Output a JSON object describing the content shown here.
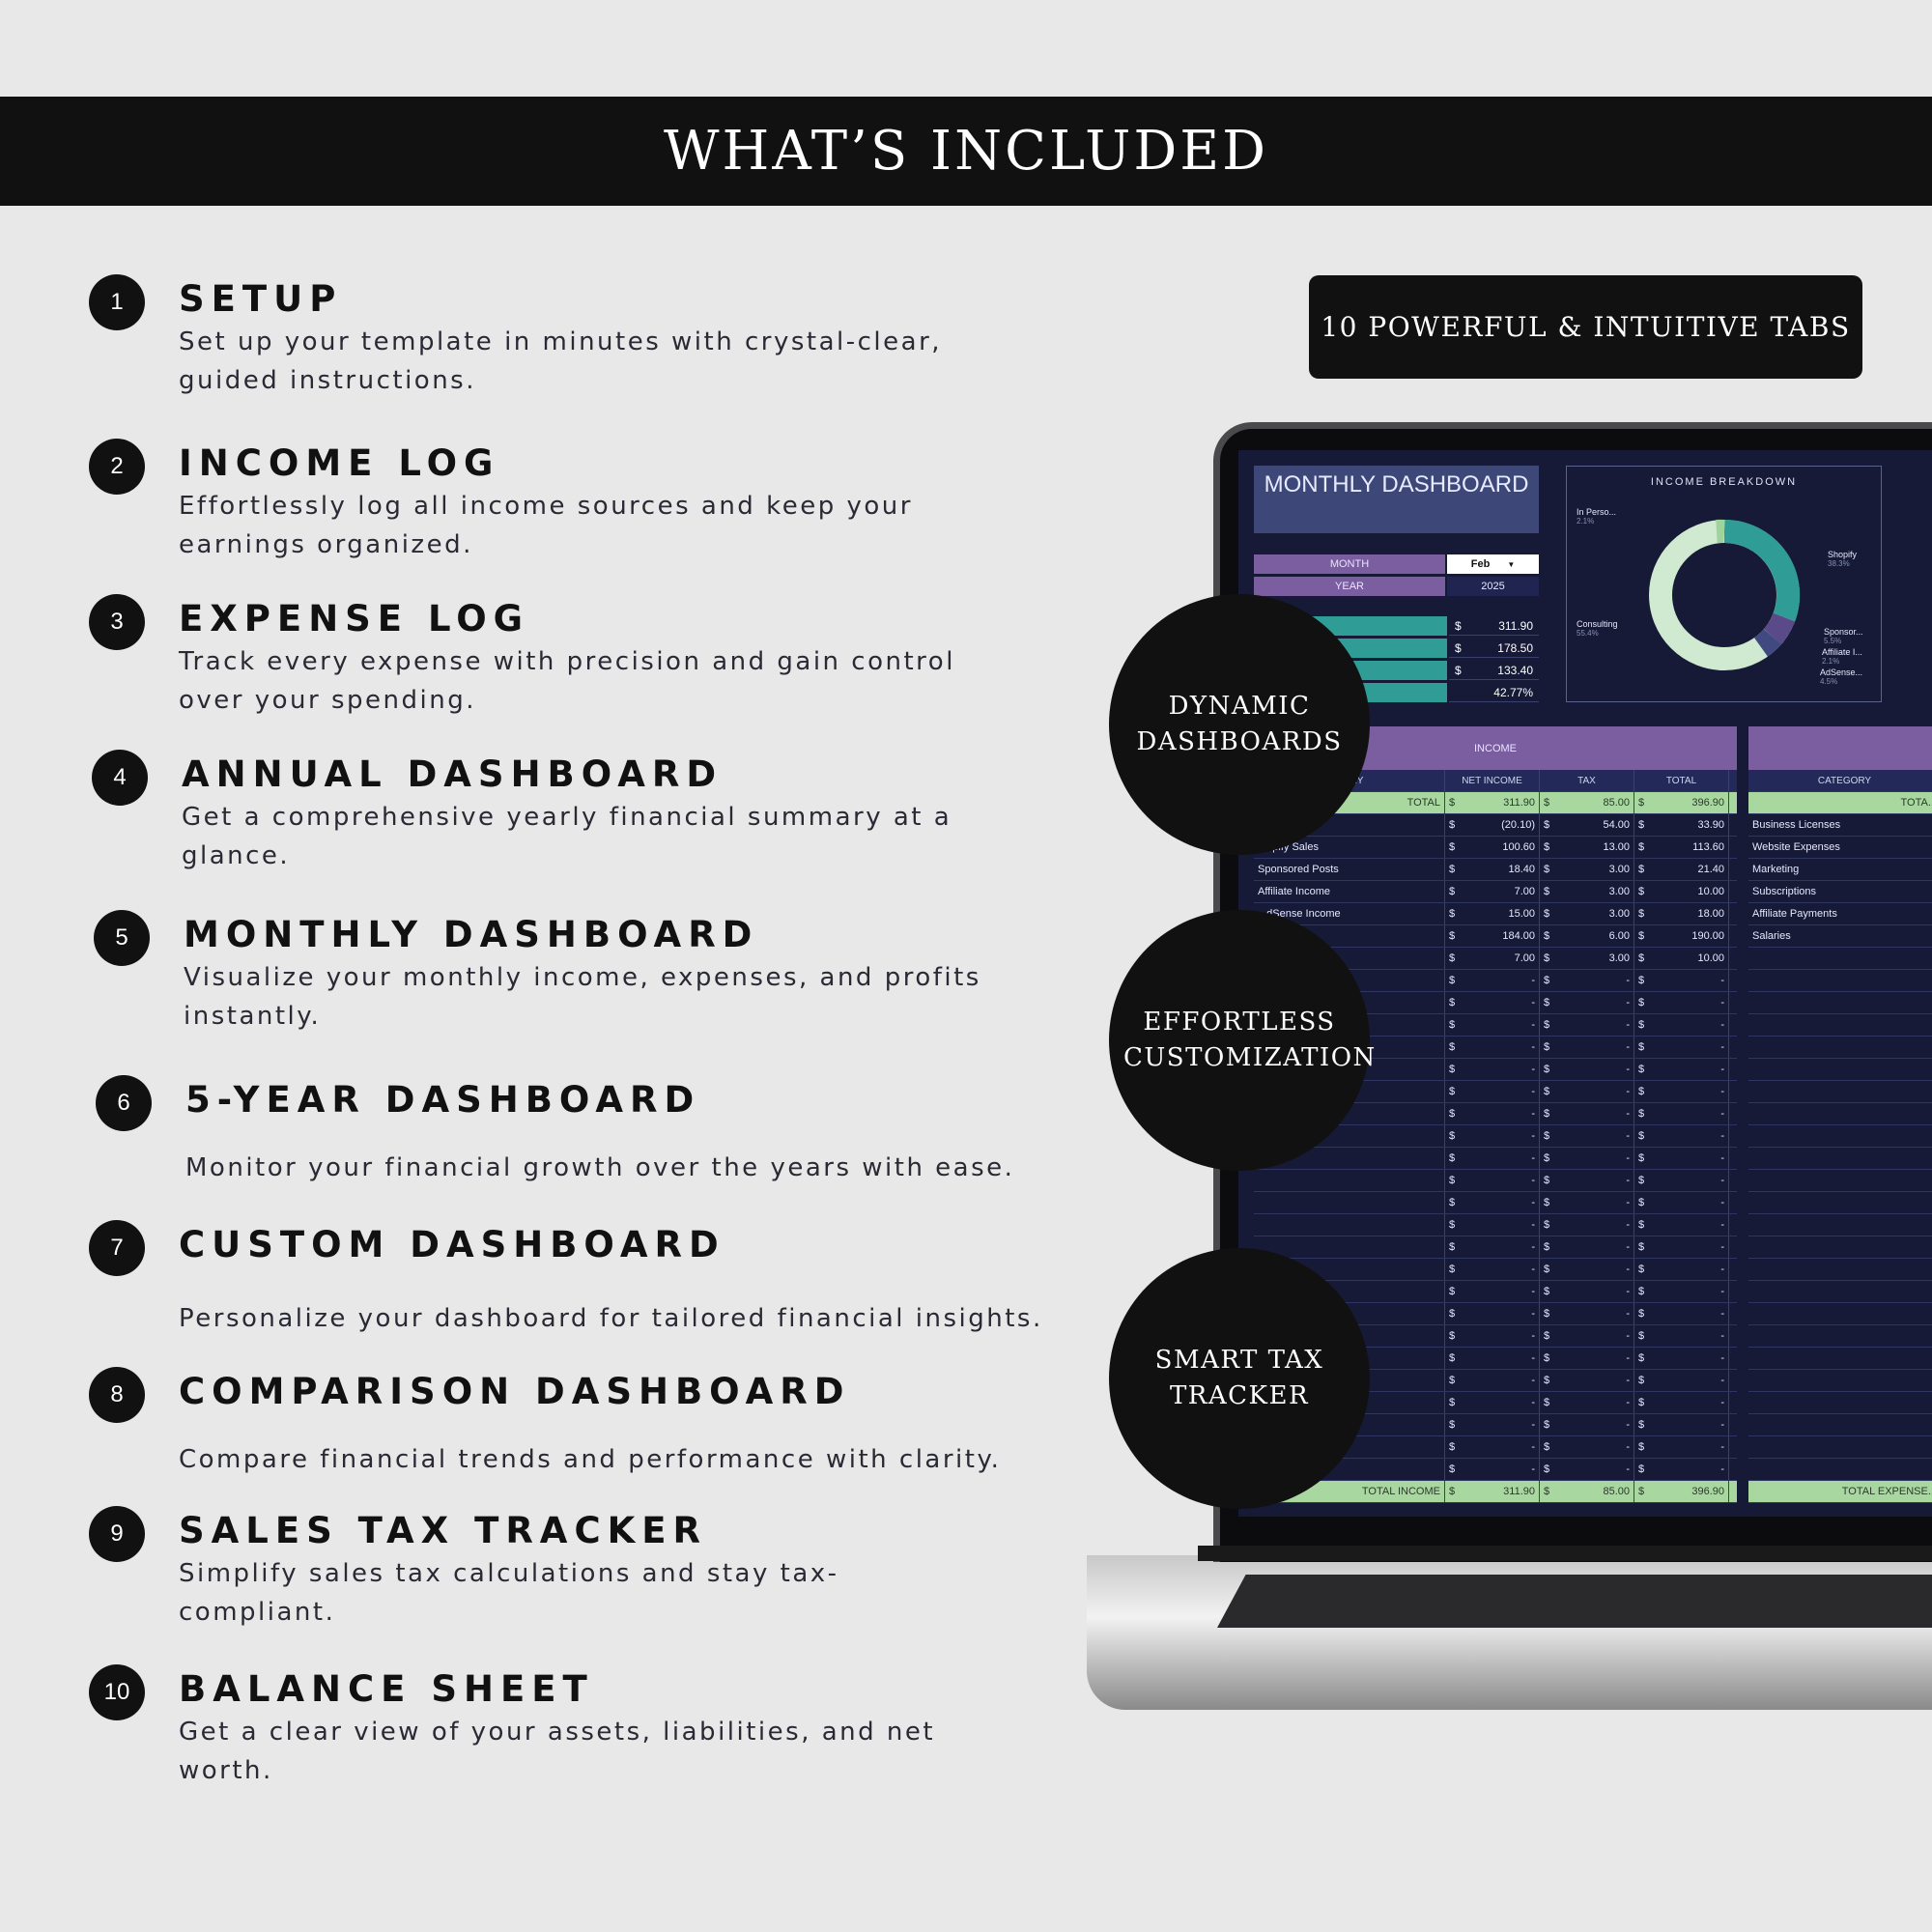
{
  "header": {
    "title": "WHAT’S INCLUDED"
  },
  "features": [
    {
      "num": "1",
      "title": "SETUP",
      "desc": "Set up your template in minutes with crystal-clear, guided instructions."
    },
    {
      "num": "2",
      "title": "INCOME LOG",
      "desc": "Effortlessly log all income sources and keep your earnings organized."
    },
    {
      "num": "3",
      "title": "EXPENSE LOG",
      "desc": "Track every expense with precision and gain control over your spending."
    },
    {
      "num": "4",
      "title": "ANNUAL DASHBOARD",
      "desc": "Get a comprehensive yearly financial summary at a glance."
    },
    {
      "num": "5",
      "title": "MONTHLY DASHBOARD",
      "desc": "Visualize your monthly income, expenses, and profits instantly."
    },
    {
      "num": "6",
      "title": "5-YEAR DASHBOARD",
      "desc": "Monitor your financial growth over the years with ease."
    },
    {
      "num": "7",
      "title": "CUSTOM DASHBOARD",
      "desc": "Personalize your dashboard for tailored financial insights."
    },
    {
      "num": "8",
      "title": "COMPARISON DASHBOARD",
      "desc": "Compare financial trends and performance with clarity."
    },
    {
      "num": "9",
      "title": "SALES TAX TRACKER",
      "desc": "Simplify sales tax calculations and stay tax-compliant."
    },
    {
      "num": "10",
      "title": "BALANCE SHEET",
      "desc": "Get a clear view of your assets, liabilities, and net worth."
    }
  ],
  "badge": {
    "label": "10 POWERFUL & INTUITIVE TABS"
  },
  "callouts": [
    "DYNAMIC DASHBOARDS",
    "EFFORTLESS CUSTOMIZATION",
    "SMART TAX TRACKER"
  ],
  "screen": {
    "dashboard_title": "MONTHLY DASHBOARD",
    "month_label": "MONTH",
    "month_value": "Feb",
    "year_label": "YEAR",
    "year_value": "2025",
    "kpis": [
      "311.90",
      "178.50",
      "133.40",
      "42.77%"
    ],
    "currency": "$",
    "chart": {
      "title": "INCOME BREAKDOWN",
      "labels": [
        {
          "name": "In Perso...",
          "pct": "2.1%"
        },
        {
          "name": "Shopify",
          "pct": "38.3%"
        },
        {
          "name": "Consulting",
          "pct": "55.4%"
        },
        {
          "name": "Sponsor...",
          "pct": "5.5%"
        },
        {
          "name": "Affiliate I...",
          "pct": "2.1%"
        },
        {
          "name": "AdSense...",
          "pct": "4.5%"
        }
      ]
    },
    "income": {
      "title": "INCOME",
      "headers": [
        "...ORY",
        "NET INCOME",
        "TAX",
        "TOTAL"
      ],
      "total_row": {
        "label": "TOTAL",
        "net": "311.90",
        "tax": "85.00",
        "total": "396.90"
      },
      "rows": [
        {
          "name": "",
          "net": "(20.10)",
          "tax": "54.00",
          "total": "33.90"
        },
        {
          "name": "...opify Sales",
          "net": "100.60",
          "tax": "13.00",
          "total": "113.60"
        },
        {
          "name": "Sponsored Posts",
          "net": "18.40",
          "tax": "3.00",
          "total": "21.40"
        },
        {
          "name": "Affiliate Income",
          "net": "7.00",
          "tax": "3.00",
          "total": "10.00"
        },
        {
          "name": "...dSense Income",
          "net": "15.00",
          "tax": "3.00",
          "total": "18.00"
        },
        {
          "name": "",
          "net": "184.00",
          "tax": "6.00",
          "total": "190.00"
        },
        {
          "name": "",
          "net": "7.00",
          "tax": "3.00",
          "total": "10.00"
        }
      ],
      "empty_value": "-",
      "footer": {
        "label": "TOTAL INCOME",
        "net": "311.90",
        "tax": "85.00",
        "total": "396.90"
      }
    },
    "expenses": {
      "header": "CATEGORY",
      "total_label": "TOTA...",
      "rows": [
        "Business Licenses",
        "Website Expenses",
        "Marketing",
        "Subscriptions",
        "Affiliate Payments",
        "Salaries"
      ],
      "footer": "TOTAL EXPENSE..."
    }
  },
  "colors": {
    "navy": "#161a36",
    "purple": "#7a5ea0",
    "teal": "#2f9c95",
    "mint": "#a8d8a0",
    "black": "#111111"
  }
}
